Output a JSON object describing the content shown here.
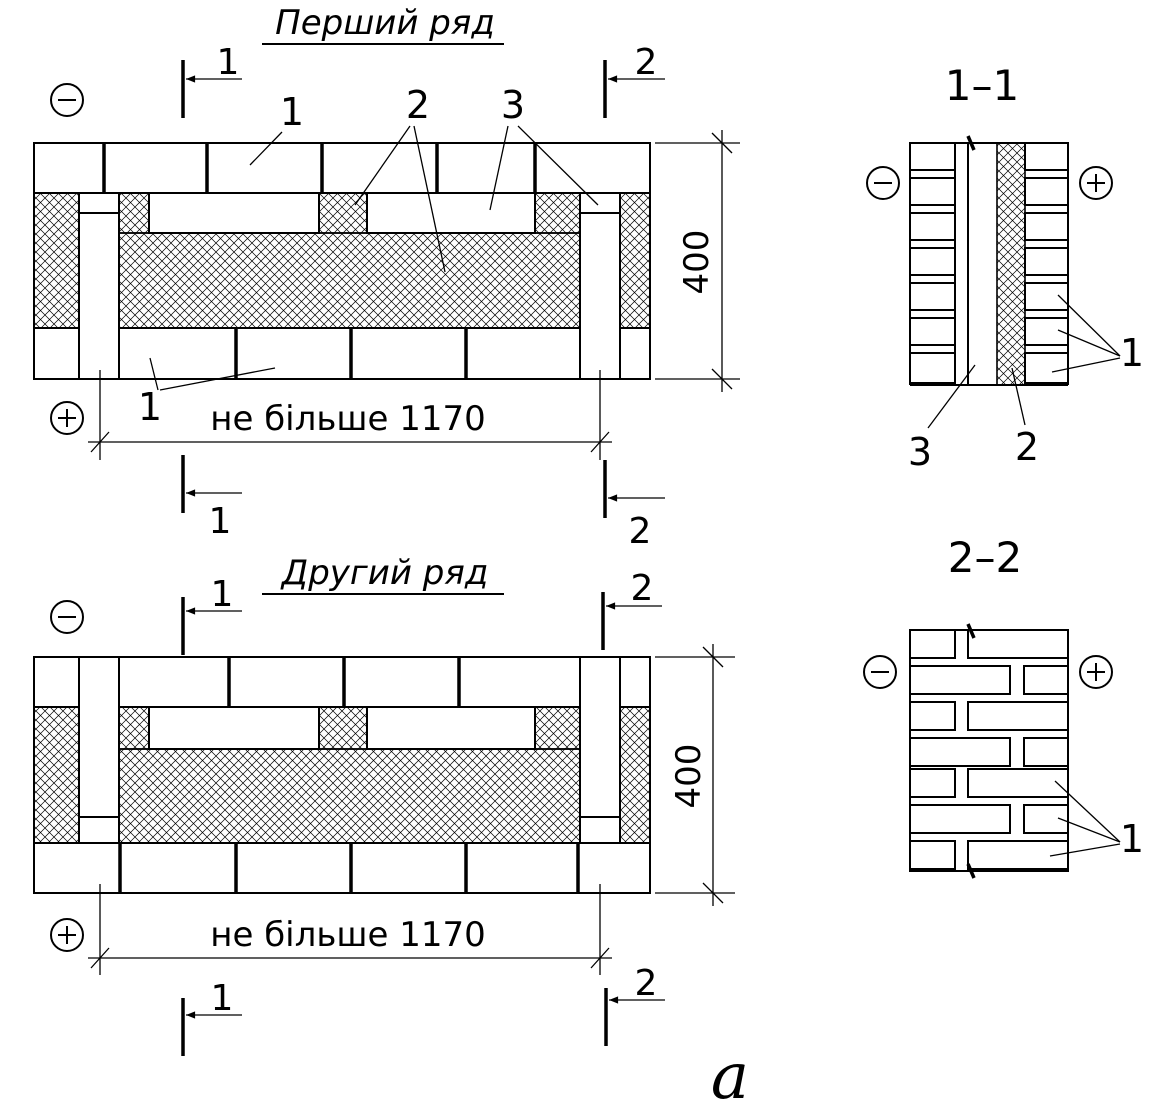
{
  "rows": {
    "first_title": "Перший ряд",
    "second_title": "Другий ряд"
  },
  "sections": {
    "s1_title": "1–1",
    "s2_title": "2–2"
  },
  "section_marks": {
    "one": "1",
    "two": "2"
  },
  "labels": {
    "brick": "1",
    "insulation": "2",
    "air_gap": "3"
  },
  "dimensions": {
    "height": "400",
    "length": "не більше 1170"
  },
  "sides": {
    "minus": "−",
    "plus": "+"
  },
  "figure_letter": "a"
}
